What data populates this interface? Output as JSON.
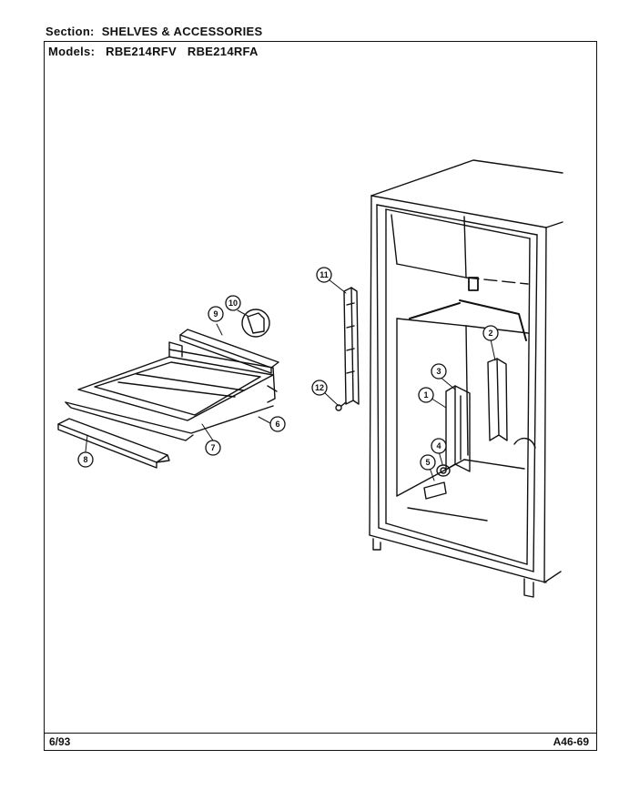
{
  "header": {
    "section_label": "Section:",
    "section_value": "SHELVES & ACCESSORIES",
    "models_label": "Models:",
    "models": [
      "RBE214RFV",
      "RBE214RFA"
    ]
  },
  "footer": {
    "date": "6/93",
    "code": "A46-69"
  },
  "callouts": [
    "1",
    "2",
    "3",
    "4",
    "5",
    "6",
    "7",
    "8",
    "9",
    "10",
    "11",
    "12"
  ]
}
